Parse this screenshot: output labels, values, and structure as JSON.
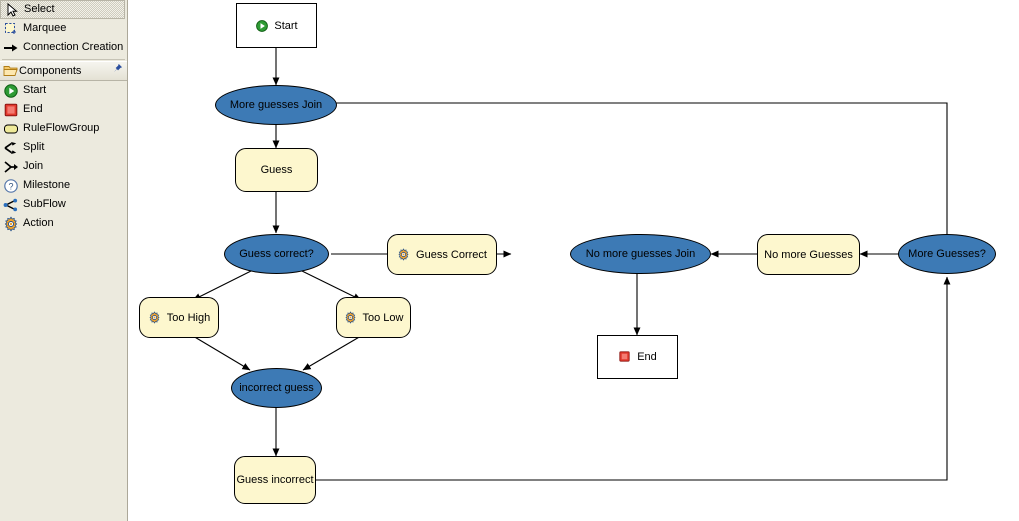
{
  "palette": {
    "tools": [
      {
        "label": "Select",
        "icon": "cursor-arrow-icon",
        "selected": true
      },
      {
        "label": "Marquee",
        "icon": "marquee-select-icon",
        "selected": false
      },
      {
        "label": "Connection Creation",
        "icon": "arrow-right-icon",
        "selected": false
      }
    ],
    "drawer": {
      "label": "Components",
      "icon": "folder-open-icon",
      "pin_icon": "pin-icon"
    },
    "components": [
      {
        "label": "Start",
        "icon": "start-green-play-icon"
      },
      {
        "label": "End",
        "icon": "end-red-square-icon"
      },
      {
        "label": "RuleFlowGroup",
        "icon": "ruleflowgroup-yellow-rounded-icon"
      },
      {
        "label": "Split",
        "icon": "split-icon"
      },
      {
        "label": "Join",
        "icon": "join-icon"
      },
      {
        "label": "Milestone",
        "icon": "milestone-question-icon"
      },
      {
        "label": "SubFlow",
        "icon": "subflow-icon"
      },
      {
        "label": "Action",
        "icon": "action-gear-icon"
      }
    ]
  },
  "colors": {
    "ellipse_fill": "#3d7ab5",
    "rounded_fill": "#fdf7ce",
    "rect_fill": "#ffffff",
    "stroke": "#000000",
    "panel_bg": "#eceade"
  },
  "diagram": {
    "nodes": [
      {
        "id": "start",
        "label": "Start",
        "shape": "rect",
        "icon": "start-green-play-icon"
      },
      {
        "id": "more-guesses-join",
        "label": "More guesses Join",
        "shape": "ellipse",
        "icon": null
      },
      {
        "id": "guess",
        "label": "Guess",
        "shape": "rounded",
        "icon": null
      },
      {
        "id": "guess-correct-q",
        "label": "Guess  correct?",
        "shape": "ellipse",
        "icon": null
      },
      {
        "id": "too-high",
        "label": "Too High",
        "shape": "rounded",
        "icon": "action-gear-icon"
      },
      {
        "id": "too-low",
        "label": "Too Low",
        "shape": "rounded",
        "icon": "action-gear-icon"
      },
      {
        "id": "incorrect-guess",
        "label": "incorrect guess",
        "shape": "ellipse",
        "icon": null
      },
      {
        "id": "guess-incorrect",
        "label": "Guess incorrect",
        "shape": "rounded",
        "icon": null
      },
      {
        "id": "guess-correct",
        "label": "Guess Correct",
        "shape": "rounded",
        "icon": "action-gear-icon"
      },
      {
        "id": "no-more-guesses-join",
        "label": "No more guesses Join",
        "shape": "ellipse",
        "icon": null
      },
      {
        "id": "end",
        "label": "End",
        "shape": "rect",
        "icon": "end-red-square-icon"
      },
      {
        "id": "no-more-guesses",
        "label": "No more Guesses",
        "shape": "rounded",
        "icon": null
      },
      {
        "id": "more-guesses-q",
        "label": "More Guesses?",
        "shape": "ellipse",
        "icon": null
      }
    ]
  }
}
